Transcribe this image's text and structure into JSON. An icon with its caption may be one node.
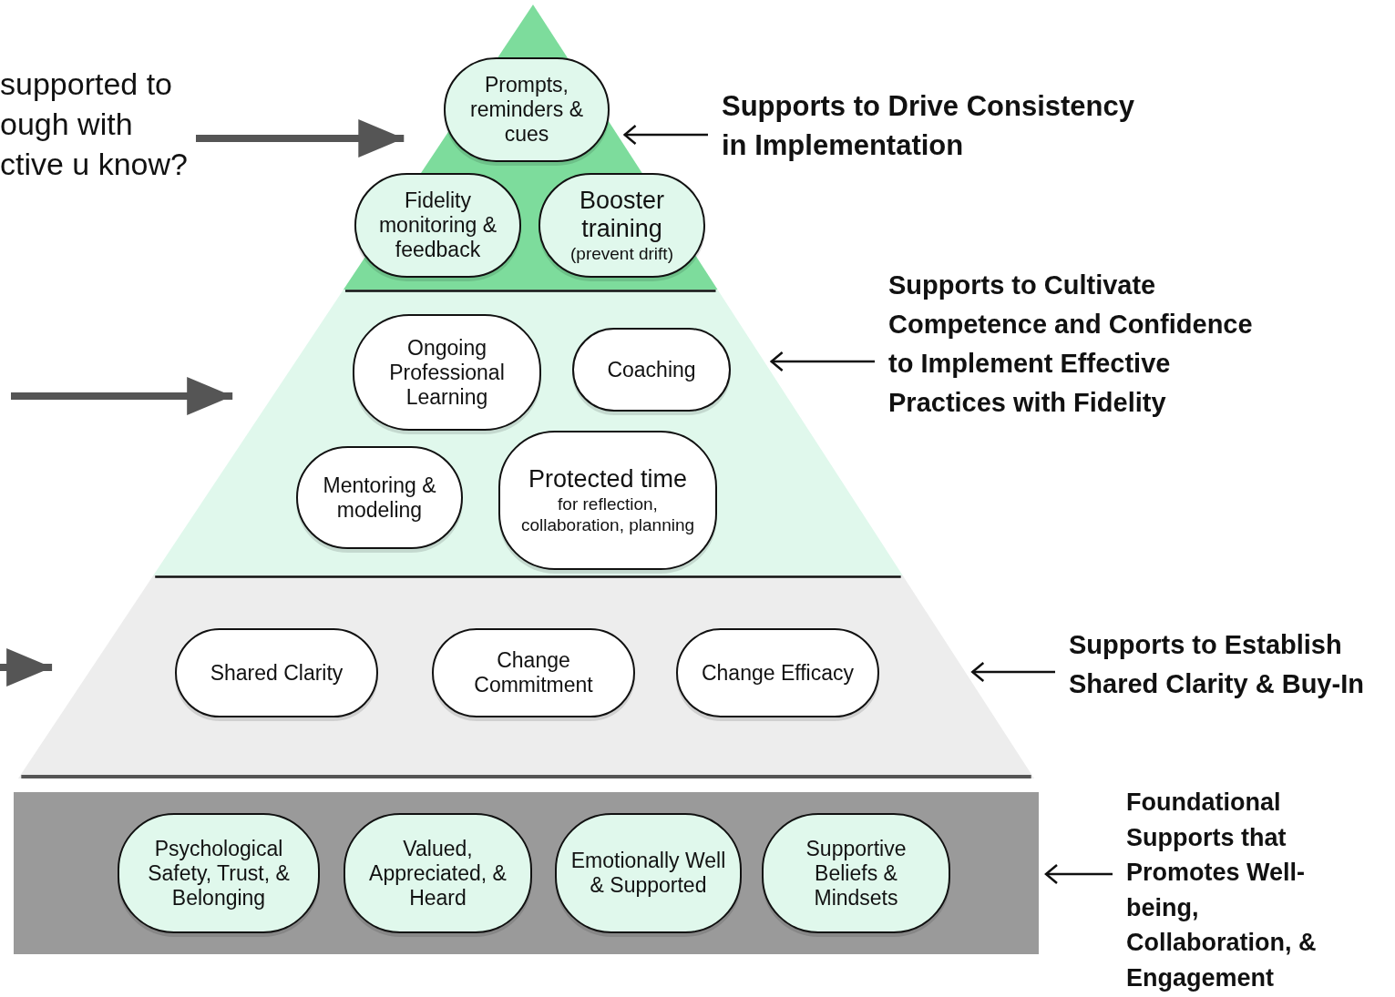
{
  "diagram": {
    "nodes": [
      {
        "text": [
          "supported to ough with ctive u know?"
        ]
      },
      {
        "text": [],
        "shape": "triangle"
      },
      {
        "text": [
          "Prompts, reminders & cues"
        ],
        "in": 1
      },
      {
        "text": [
          "Fidelity monitoring & feedback"
        ],
        "in": 1
      },
      {
        "text": [
          "Booster training",
          "(prevent drift)"
        ],
        "in": 1
      },
      {
        "text": [],
        "shape": "band"
      },
      {
        "text": [
          "Ongoing Professional Learning"
        ],
        "in": 5
      },
      {
        "text": [
          "Coaching"
        ],
        "in": 5
      },
      {
        "text": [
          "Mentoring & modeling"
        ],
        "in": 5
      },
      {
        "text": [
          "Protected time",
          "for reflection, collaboration, planning"
        ],
        "in": 5
      },
      {
        "text": [],
        "shape": "band"
      },
      {
        "text": [
          "Shared Clarity"
        ],
        "in": 10
      },
      {
        "text": [
          "Change Commitment"
        ],
        "in": 10
      },
      {
        "text": [
          "Change Efficacy"
        ],
        "in": 10
      },
      {
        "text": [],
        "shape": "bar"
      },
      {
        "text": [
          "Psychological Safety, Trust, & Belonging"
        ],
        "in": 14
      },
      {
        "text": [
          "Valued, Appreciated, & Heard"
        ],
        "in": 14
      },
      {
        "text": [
          "Emotionally Well & Supported"
        ],
        "in": 14
      },
      {
        "text": [
          "Supportive Beliefs & Mindsets"
        ],
        "in": 14
      },
      {
        "text": [
          "Supports to Drive Consistency in Implementation"
        ]
      },
      {
        "text": [
          "Supports to Cultivate Competence and Confidence to Implement Effective Practices with Fidelity"
        ]
      },
      {
        "text": [
          "Supports to Establish Shared Clarity & Buy-In"
        ]
      },
      {
        "text": [
          "Foundational Supports that Promotes Well-being, Collaboration, & Engagement"
        ]
      }
    ],
    "edges": [
      {
        "from": 0,
        "to": 1,
        "arrow": "to",
        "style": "thick",
        "color": "#555555"
      },
      {
        "from": null,
        "to": 5,
        "arrow": "to",
        "style": "thick",
        "color": "#555555"
      },
      {
        "from": null,
        "to": 10,
        "arrow": "to",
        "style": "thick",
        "color": "#555555"
      },
      {
        "from": 19,
        "to": 1,
        "arrow": "to"
      },
      {
        "from": 20,
        "to": 5,
        "arrow": "to"
      },
      {
        "from": 21,
        "to": 10,
        "arrow": "to"
      },
      {
        "from": 22,
        "to": 14,
        "arrow": "to"
      }
    ]
  }
}
